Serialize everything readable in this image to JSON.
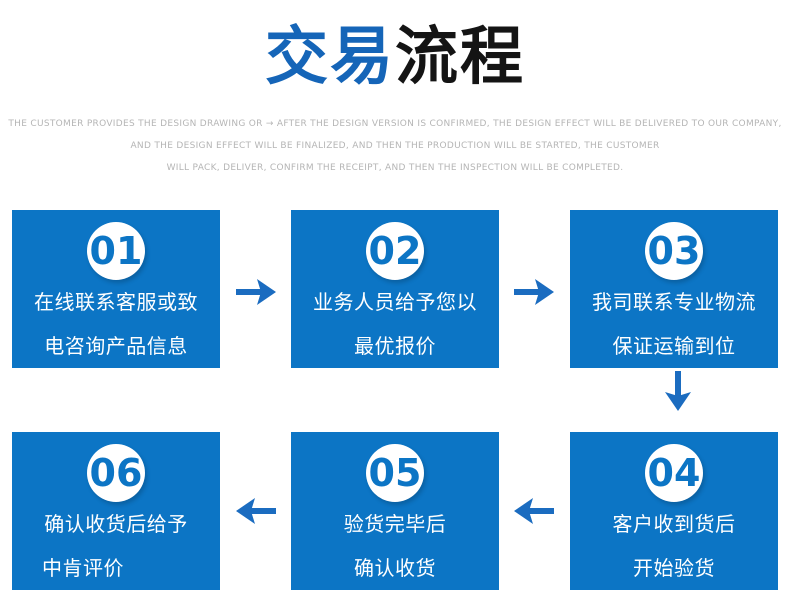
{
  "title": {
    "highlight": "交易",
    "rest": "流程"
  },
  "subtitle": {
    "line1": "THE CUSTOMER PROVIDES THE DESIGN DRAWING OR → AFTER THE DESIGN VERSION IS CONFIRMED, THE DESIGN EFFECT WILL BE DELIVERED TO OUR COMPANY,",
    "line2": "AND THE DESIGN EFFECT WILL BE FINALIZED, AND THEN THE PRODUCTION WILL BE STARTED, THE CUSTOMER",
    "line3": "WILL PACK, DELIVER, CONFIRM THE RECEIPT, AND THEN THE INSPECTION WILL BE COMPLETED."
  },
  "steps": [
    {
      "number": "01",
      "line1": "在线联系客服或致",
      "line2": "电咨询产品信息"
    },
    {
      "number": "02",
      "line1": "业务人员给予您以",
      "line2": "最优报价"
    },
    {
      "number": "03",
      "line1": "我司联系专业物流",
      "line2": "保证运输到位"
    },
    {
      "number": "04",
      "line1": "客户收到货后",
      "line2": "开始验货"
    },
    {
      "number": "05",
      "line1": "验货完毕后",
      "line2": "确认收货"
    },
    {
      "number": "06",
      "line1": "确认收货后给予",
      "line2": "中肯评价"
    }
  ],
  "arrows": [
    {
      "id": "arrow-1-2",
      "direction": "right"
    },
    {
      "id": "arrow-2-3",
      "direction": "right"
    },
    {
      "id": "arrow-3-4",
      "direction": "down"
    },
    {
      "id": "arrow-4-5",
      "direction": "left"
    },
    {
      "id": "arrow-5-6",
      "direction": "left"
    }
  ],
  "colors": {
    "box_blue": "#0c75c5",
    "title_blue": "#1565b8",
    "title_black": "#141414",
    "arrow_blue": "#1b6cc0",
    "subtitle_gray": "#b5b5b5",
    "circle_white": "#ffffff"
  }
}
